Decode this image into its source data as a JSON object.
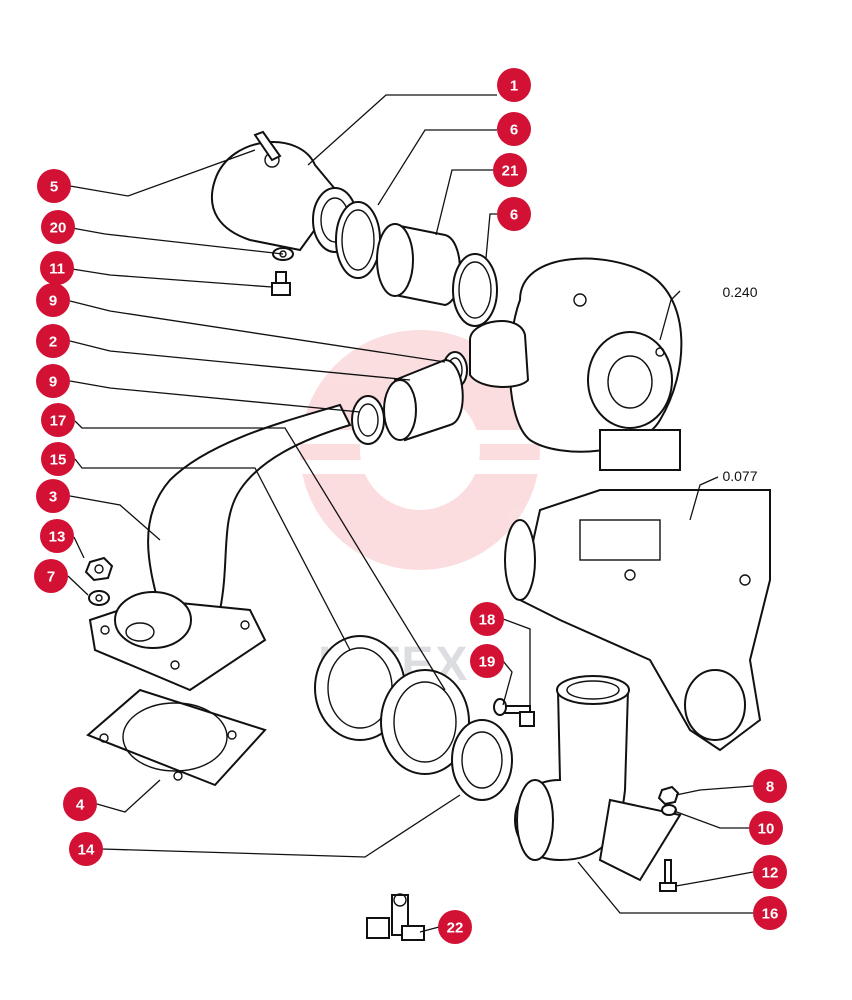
{
  "diagram": {
    "callouts": [
      "1",
      "6",
      "21",
      "6",
      "5",
      "20",
      "11",
      "9",
      "2",
      "9",
      "17",
      "15",
      "3",
      "13",
      "7",
      "18",
      "19",
      "4",
      "14",
      "8",
      "10",
      "12",
      "16",
      "22"
    ],
    "refs": [
      "0.240",
      "0.077"
    ],
    "watermark_text": "INTEX",
    "colors": {
      "callout": "#d21134",
      "line": "#111111",
      "watermark": "#e30613"
    }
  }
}
